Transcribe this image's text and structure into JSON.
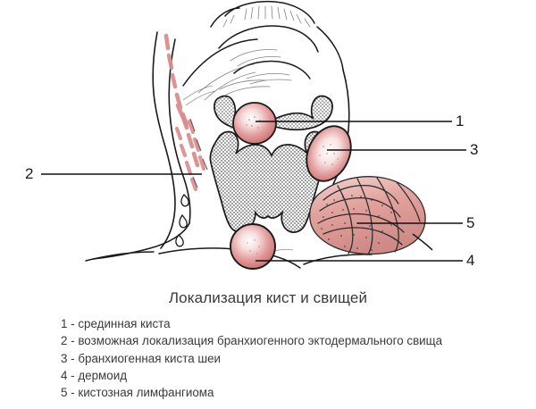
{
  "figure": {
    "title": "Локализация кист и свищей",
    "callouts": [
      {
        "id": "1",
        "label": "1"
      },
      {
        "id": "2",
        "label": "2"
      },
      {
        "id": "3",
        "label": "3"
      },
      {
        "id": "4",
        "label": "4"
      },
      {
        "id": "5",
        "label": "5"
      }
    ],
    "legend": [
      "1 - срединная киста",
      "2 - возможная локализация бранхиогенного эктодермального свища",
      "3 - бранхиогенная киста шеи",
      "4 - дермоид",
      "5 - кистозная лимфангиома"
    ],
    "colors": {
      "cyst_fill": "#e39b9b",
      "cyst_rim": "#c9706f",
      "cyst_highlight": "#ffffff",
      "outline": "#1a1a1a",
      "cartilage_fill": "#f2f2f2",
      "lymphangioma": "#dd9a96",
      "fistula_track": "#d98c8c",
      "leader_line": "#111111",
      "background": "#ffffff",
      "text": "#3a3a3a"
    }
  }
}
